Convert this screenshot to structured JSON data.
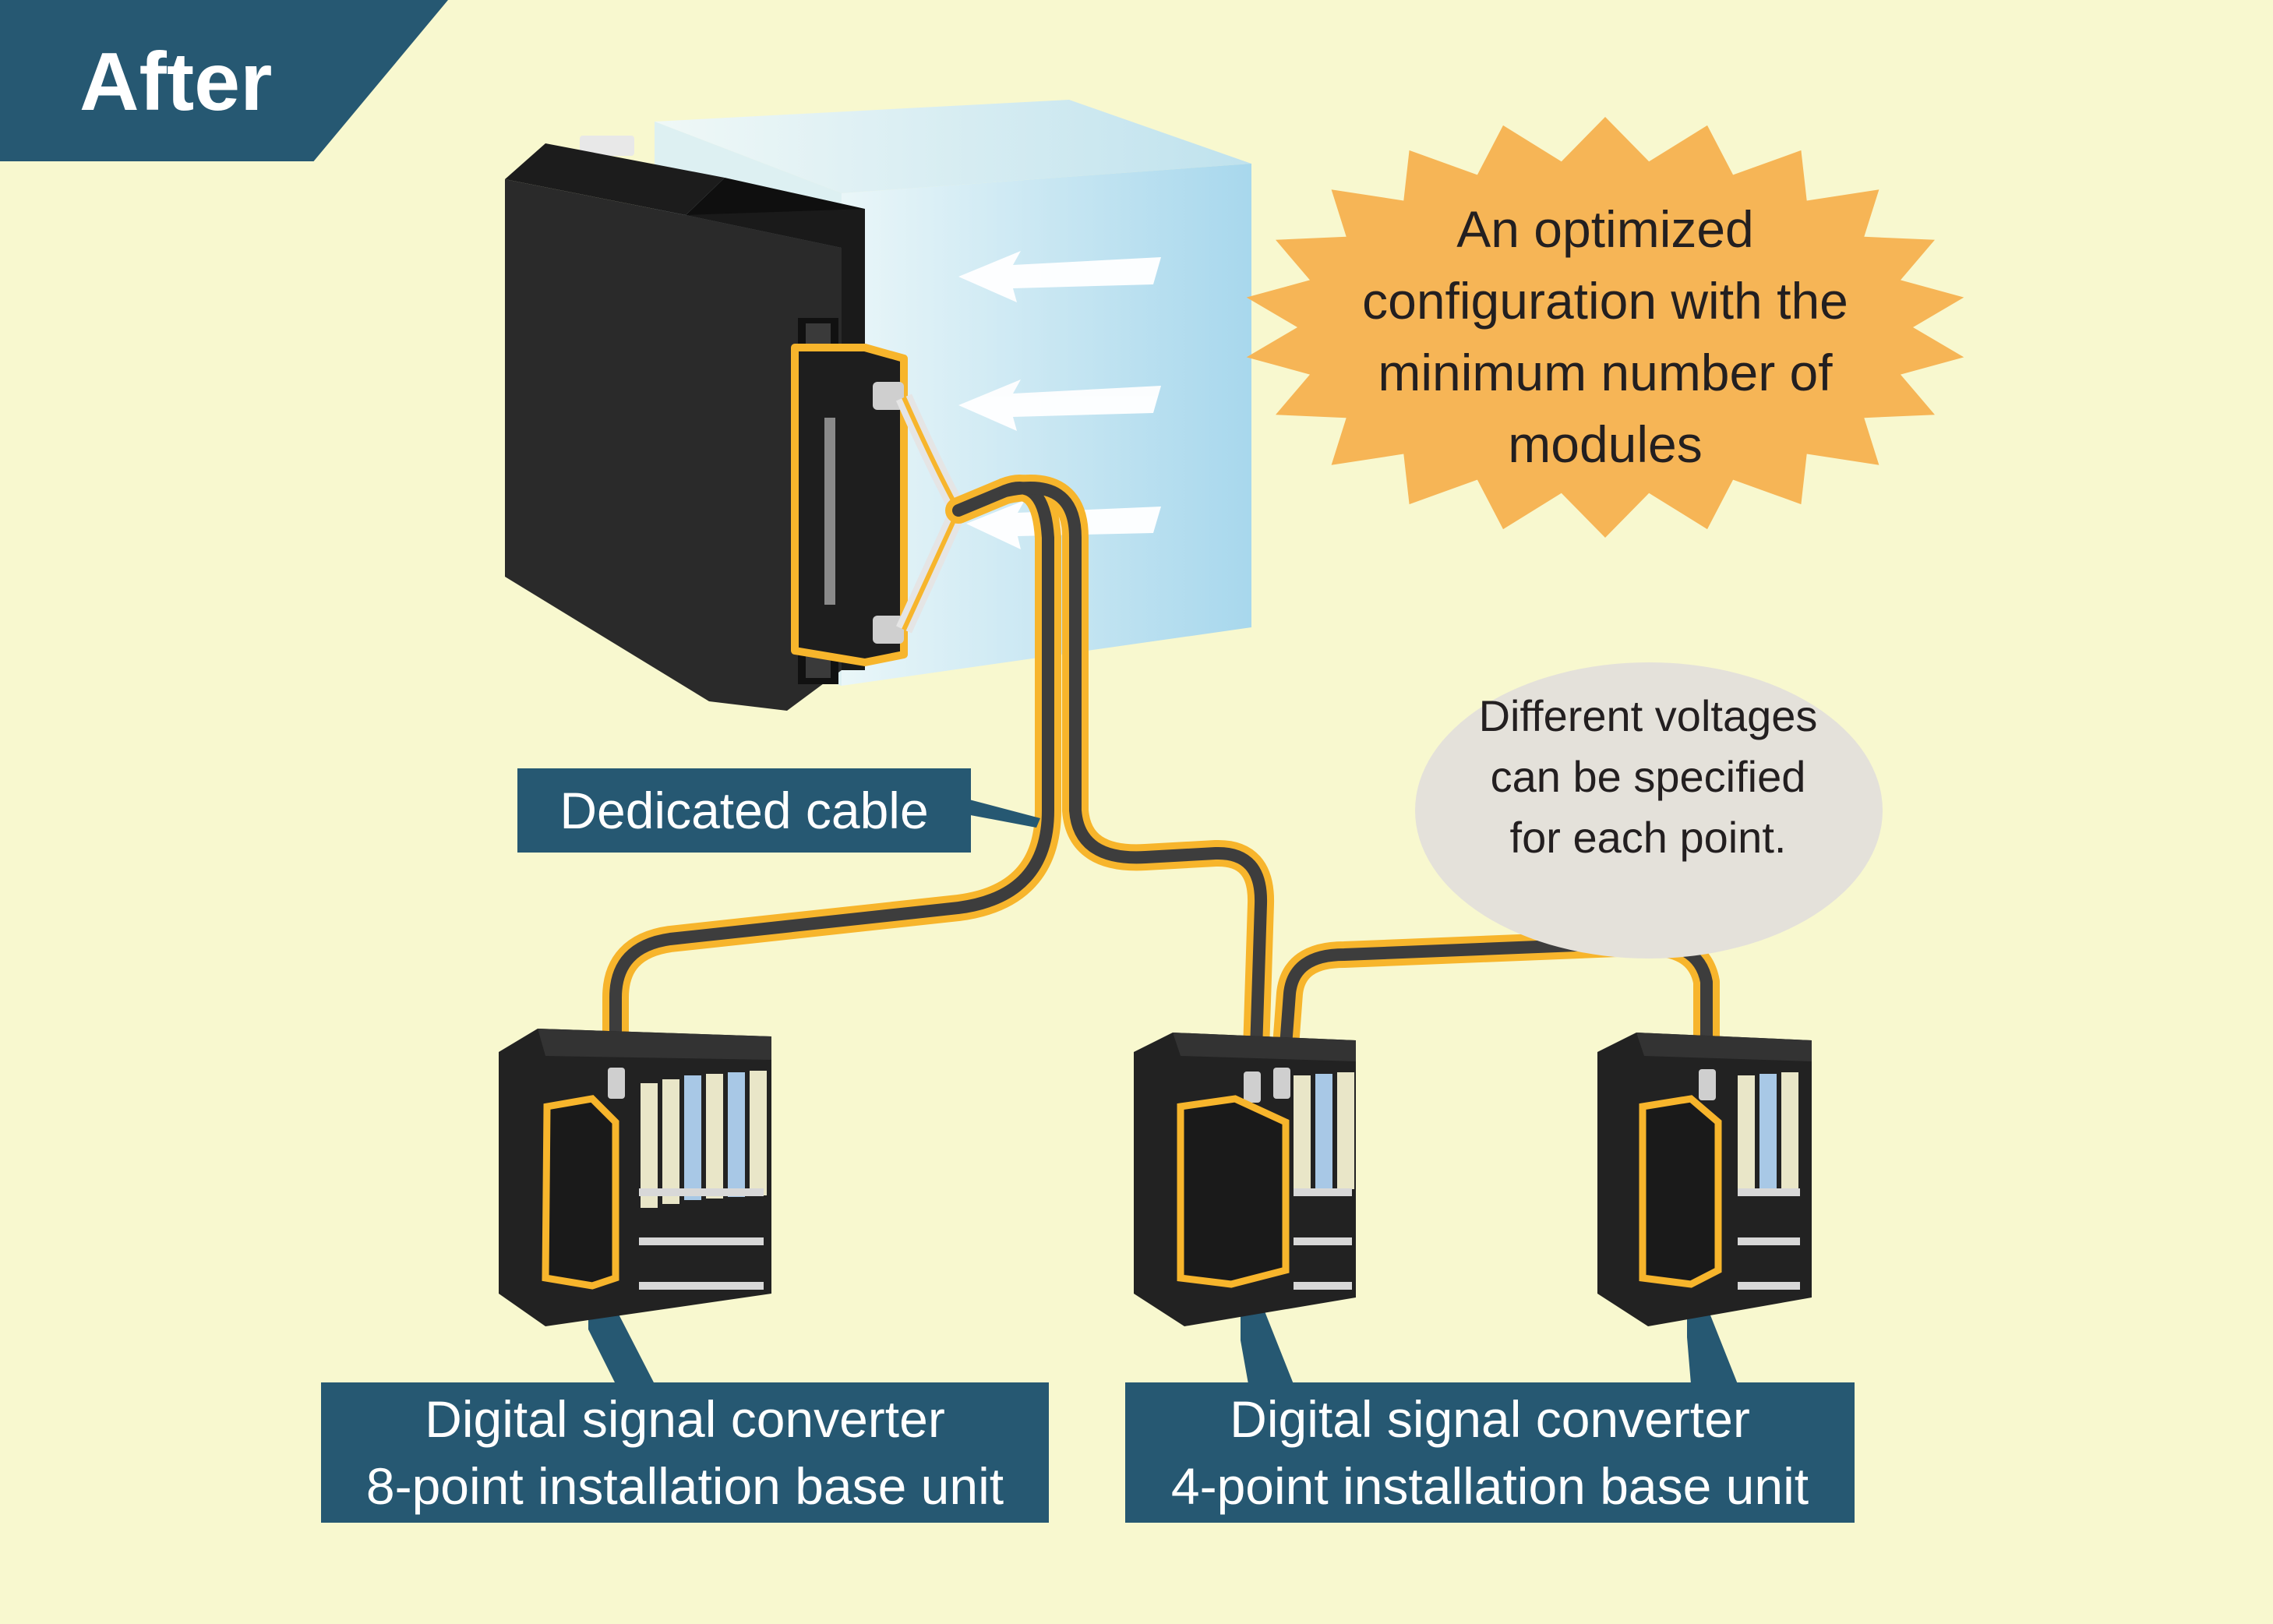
{
  "header": {
    "tab_label": "After"
  },
  "callouts": {
    "optimized_lines": [
      "An optimized",
      "configuration with the",
      "minimum number of",
      "modules"
    ],
    "voltage_lines": [
      "Different voltages",
      "can be specified",
      "for each point."
    ]
  },
  "labels": {
    "cable": "Dedicated cable",
    "converter_8": {
      "line1": "Digital signal converter",
      "line2": "8-point installation base unit"
    },
    "converter_4": {
      "line1": "Digital signal converter",
      "line2": "4-point installation base unit"
    }
  },
  "colors": {
    "background": "#f8f8cf",
    "label_fill": "#265872",
    "burst_fill": "#f6b556",
    "ellipse_fill": "#e4e1da",
    "highlight": "#f7b52c",
    "module_body": "#262626",
    "cable_core": "#3d3d3d"
  }
}
